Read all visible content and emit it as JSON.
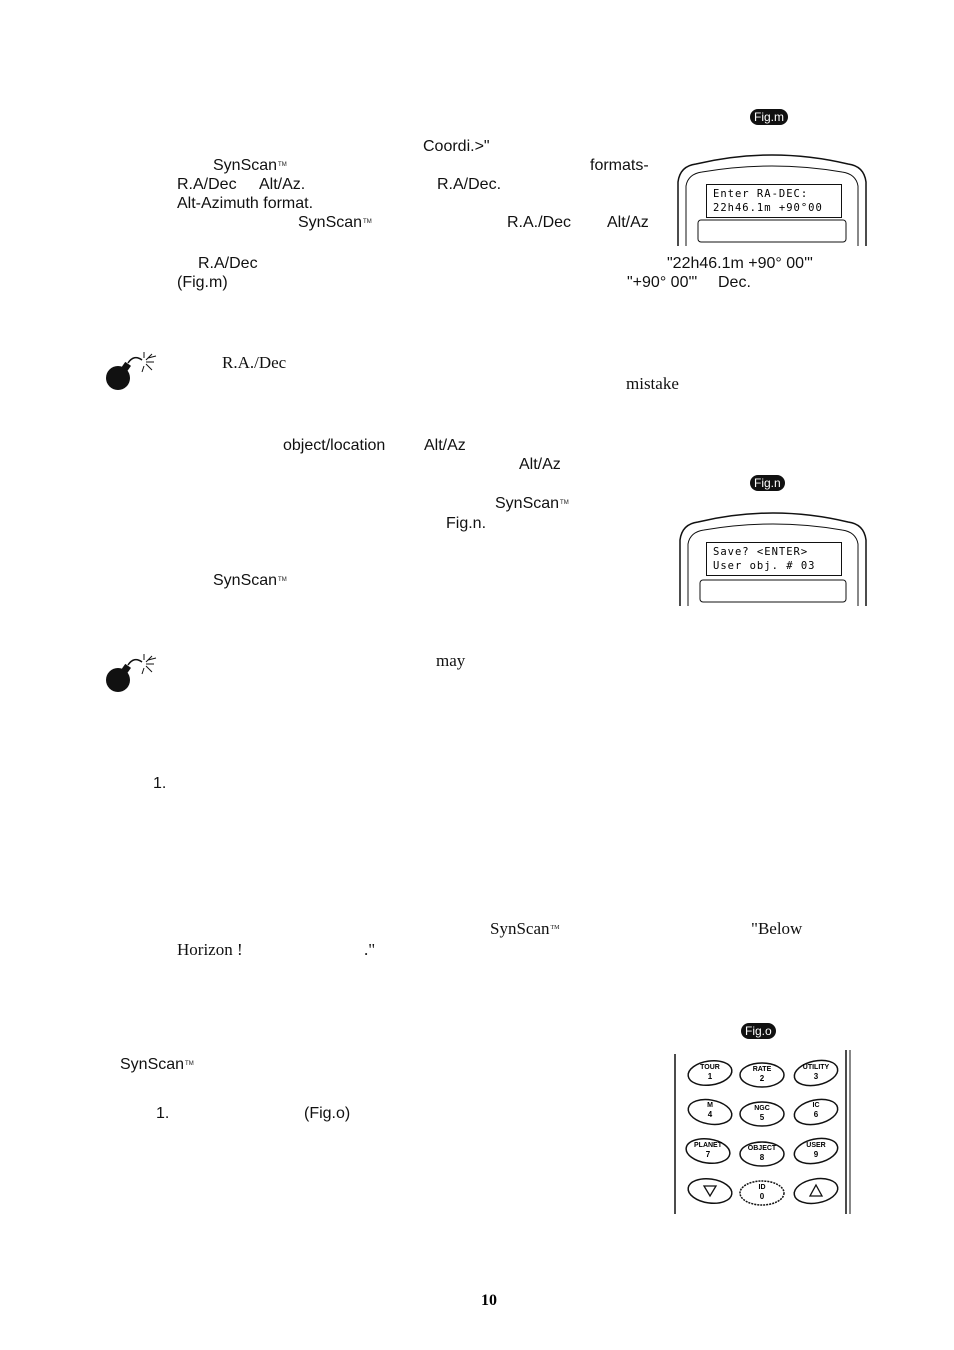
{
  "figures": {
    "fig_m": "Fig.m",
    "fig_n": "Fig.n",
    "fig_o": "Fig.o"
  },
  "section_coordinates": {
    "coordi": "Coordi.>\"",
    "synscan_1": "SynScan",
    "formats": "formats-",
    "ra_dec_1": "R.A/Dec",
    "alt_az_1": "Alt/Az.",
    "ra_dec_2": "R.A/Dec.",
    "alt_azimuth_format": "Alt-Azimuth format.",
    "synscan_2": "SynScan",
    "ra_dec_3": "R.A./Dec",
    "alt_az_2": "Alt/Az",
    "ra_dec_4": "R.A/Dec",
    "coord_example": "\"22h46.1m  +90° 00'\"",
    "fig_m_ref": "(Fig.m)",
    "dec_example": "\"+90° 00'\"",
    "dec": "Dec."
  },
  "lcd_m": {
    "line1": "Enter RA-DEC:",
    "line2": "22h46.1m  +90°00"
  },
  "note_1": {
    "ra_dec": "R.A./Dec",
    "mistake": "mistake"
  },
  "section_save": {
    "object_location": "object/location",
    "alt_az_1": "Alt/Az",
    "alt_az_2": "Alt/Az",
    "synscan_1": "SynScan",
    "fig_n_ref": "Fig.n.",
    "synscan_2": "SynScan"
  },
  "lcd_n": {
    "line1": "Save?    <ENTER>",
    "line2": "User obj.  # 03"
  },
  "note_2": {
    "may": "may"
  },
  "step_1": "1.",
  "warning": {
    "synscan": "SynScan",
    "below": "\"Below",
    "horizon": "Horizon !",
    "end_quote": ".\""
  },
  "section_recall": {
    "synscan": "SynScan",
    "step": "1.",
    "fig_o_ref": "(Fig.o)"
  },
  "keypad": [
    {
      "label": "TOUR",
      "num": "1"
    },
    {
      "label": "RATE",
      "num": "2"
    },
    {
      "label": "UTILITY",
      "num": "3"
    },
    {
      "label": "M",
      "num": "4"
    },
    {
      "label": "NGC",
      "num": "5"
    },
    {
      "label": "IC",
      "num": "6"
    },
    {
      "label": "PLANET",
      "num": "7"
    },
    {
      "label": "OBJECT",
      "num": "8"
    },
    {
      "label": "USER",
      "num": "9"
    },
    {
      "label": "",
      "num": ""
    },
    {
      "label": "ID",
      "num": "0"
    },
    {
      "label": "",
      "num": ""
    }
  ],
  "keypad_icons": {
    "down": "down-arrow-icon",
    "up": "up-arrow-icon",
    "bomb": "bomb-icon"
  },
  "page_number": "10"
}
